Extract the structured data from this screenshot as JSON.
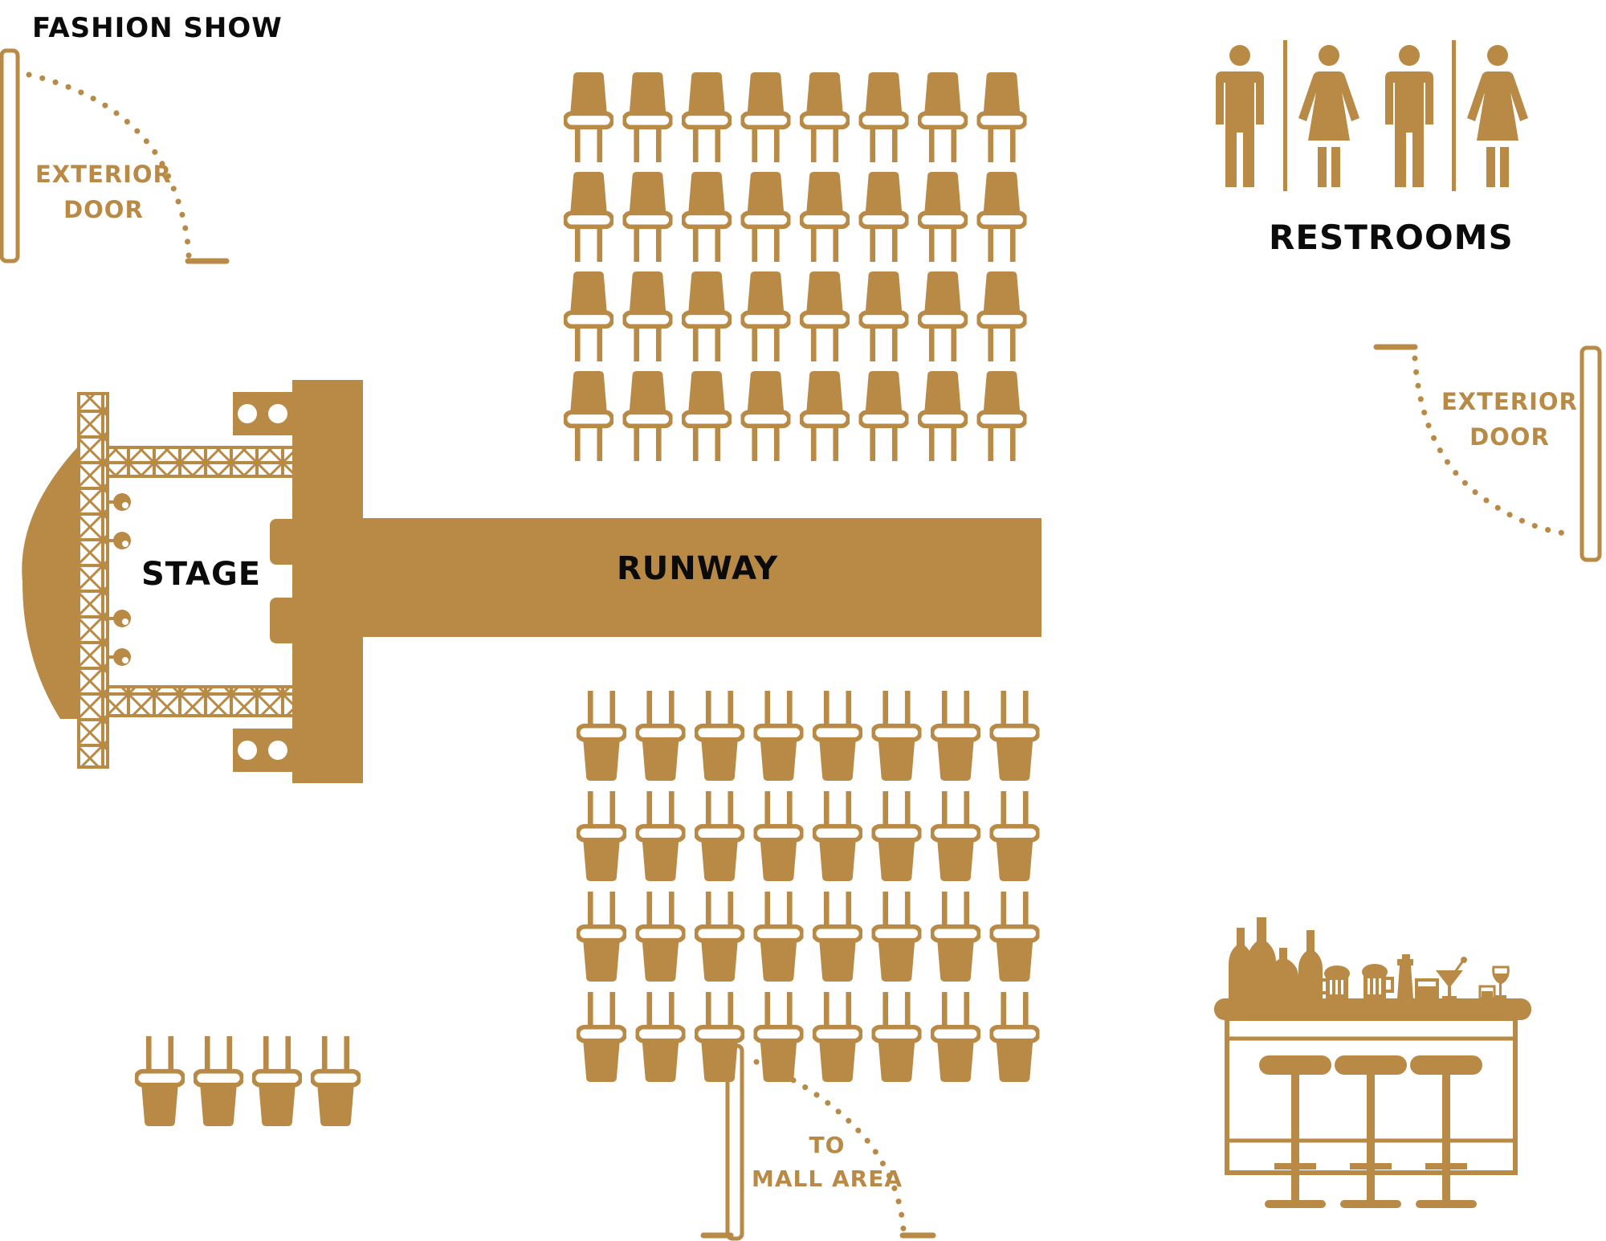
{
  "title": "FASHION SHOW",
  "labels": {
    "exterior_door_left": [
      "EXTERIOR",
      "DOOR"
    ],
    "exterior_door_right": [
      "EXTERIOR",
      "DOOR"
    ],
    "restrooms": "RESTROOMS",
    "stage": "STAGE",
    "runway": "RUNWAY",
    "mall_exit": [
      "TO",
      "MALL AREA"
    ]
  },
  "colors": {
    "gold": "#b88a45",
    "text": "#0b0b0b",
    "background": "#ffffff"
  },
  "seating": {
    "upper_block": {
      "rows": 4,
      "cols": 8,
      "facing": "down"
    },
    "lower_block": {
      "rows": 4,
      "cols": 8,
      "facing": "up"
    },
    "extra_row": {
      "rows": 1,
      "cols": 4,
      "facing": "up"
    }
  },
  "restroom_icons": [
    "man-icon",
    "woman-icon",
    "man-icon",
    "woman-icon"
  ],
  "bar": {
    "stools": 3,
    "items": [
      "wine-bottle-icon",
      "wine-bottle-icon",
      "wine-bottle-icon",
      "wine-bottle-icon",
      "beer-mug-icon",
      "beer-mug-icon",
      "cocktail-shaker-icon",
      "whiskey-glass-icon",
      "martini-glass-icon",
      "shot-glass-icon",
      "wine-glass-icon"
    ]
  }
}
